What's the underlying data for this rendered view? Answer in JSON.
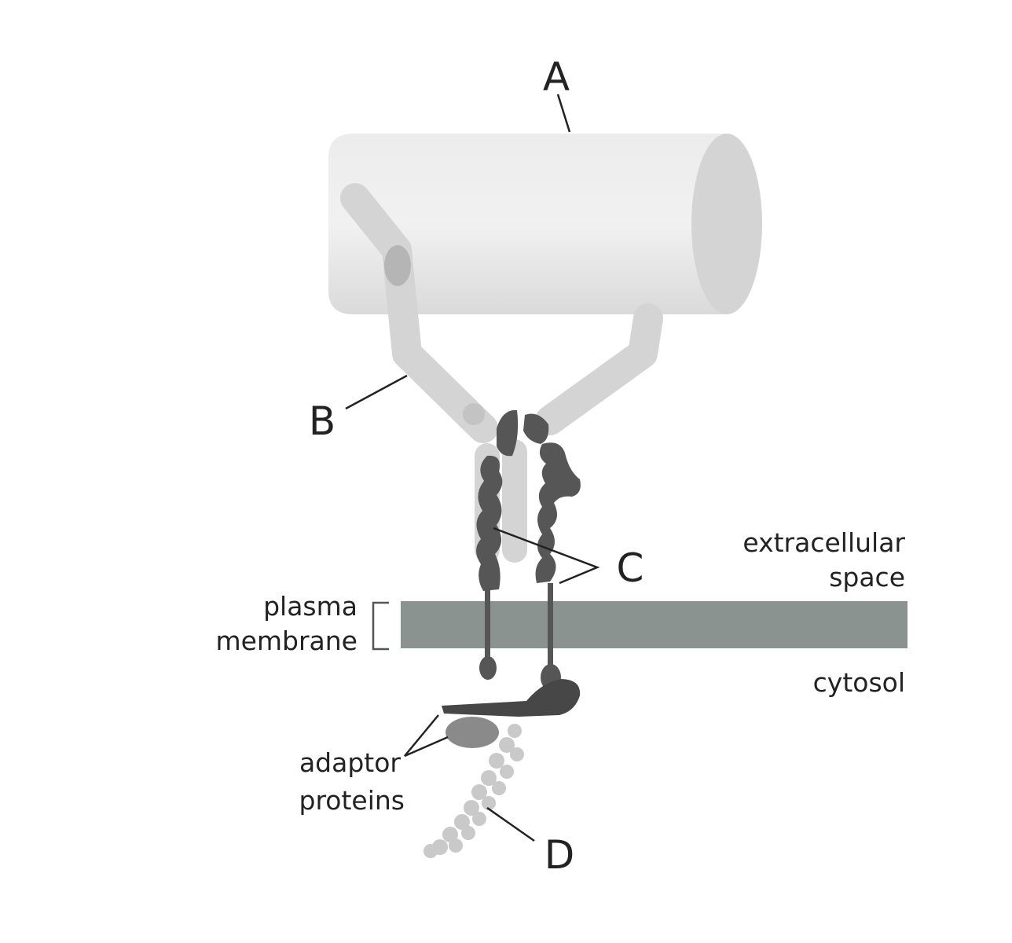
{
  "labels": {
    "a": "A",
    "b": "B",
    "c": "C",
    "d": "D",
    "extracellular_line1": "extracellular",
    "extracellular_line2": "space",
    "plasma_line1": "plasma",
    "plasma_line2": "membrane",
    "cytosol": "cytosol",
    "adaptor_line1": "adaptor",
    "adaptor_line2": "proteins"
  },
  "colors": {
    "fiber": "#e4e4e4",
    "fiber_end": "#d3d3d3",
    "arm": "#d5d5d5",
    "arm_joint": "#b7b7b7",
    "receptor": "#5a5a5a",
    "membrane": "#8a9390",
    "adaptor_bar": "#4a4a4a",
    "adaptor_oval": "#8c8c8c",
    "chain": "#c8c8c8",
    "text": "#222222"
  }
}
